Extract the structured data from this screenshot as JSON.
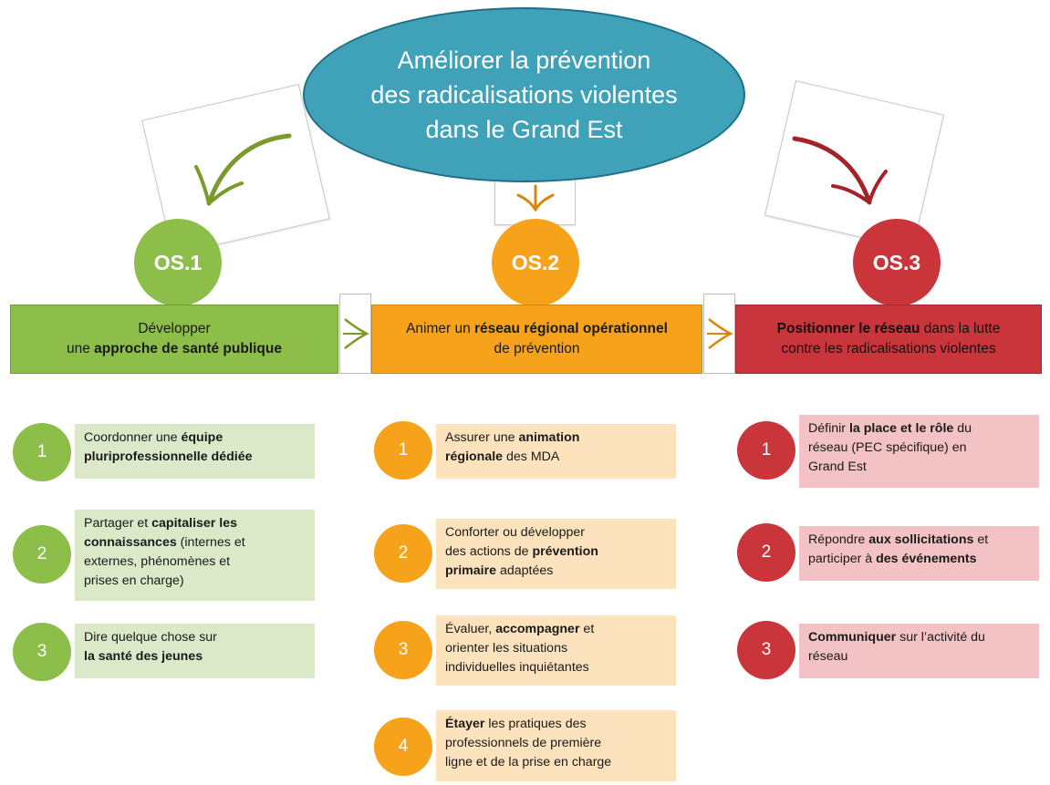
{
  "title_lines": "Améliorer la prévention\ndes radicalisations violentes\ndans le Grand Est",
  "colors": {
    "green": "#8ebe4a",
    "orange": "#f7a21b",
    "red": "#c9353b",
    "ellipse": "#3fa2b8"
  },
  "objectives": [
    {
      "code": "OS.1",
      "banner": [
        [
          {
            "t": "Développer",
            "b": false
          }
        ],
        [
          {
            "t": "une ",
            "b": false
          },
          {
            "t": "approche de santé publique",
            "b": true
          }
        ]
      ],
      "items": [
        {
          "num": "1",
          "lines": [
            [
              {
                "t": "Coordonner une ",
                "b": false
              },
              {
                "t": "équipe",
                "b": true
              }
            ],
            [
              {
                "t": "pluriprofessionnelle dédiée",
                "b": true
              }
            ]
          ]
        },
        {
          "num": "2",
          "lines": [
            [
              {
                "t": "Partager et ",
                "b": false
              },
              {
                "t": "capitaliser les",
                "b": true
              }
            ],
            [
              {
                "t": "connaissances",
                "b": true
              },
              {
                "t": " (internes et",
                "b": false
              }
            ],
            [
              {
                "t": "externes, phénomènes et",
                "b": false
              }
            ],
            [
              {
                "t": "prises en charge)",
                "b": false
              }
            ]
          ]
        },
        {
          "num": "3",
          "lines": [
            [
              {
                "t": "Dire quelque chose sur",
                "b": false
              }
            ],
            [
              {
                "t": "la santé des jeunes",
                "b": true
              }
            ]
          ]
        }
      ]
    },
    {
      "code": "OS.2",
      "banner": [
        [
          {
            "t": "Animer un ",
            "b": false
          },
          {
            "t": "réseau régional opérationnel",
            "b": true
          }
        ],
        [
          {
            "t": "de prévention",
            "b": false
          }
        ]
      ],
      "items": [
        {
          "num": "1",
          "lines": [
            [
              {
                "t": "Assurer une ",
                "b": false
              },
              {
                "t": "animation",
                "b": true
              }
            ],
            [
              {
                "t": "régionale",
                "b": true
              },
              {
                "t": " des MDA",
                "b": false
              }
            ]
          ]
        },
        {
          "num": "2",
          "lines": [
            [
              {
                "t": "Conforter ou développer",
                "b": false
              }
            ],
            [
              {
                "t": "des actions de ",
                "b": false
              },
              {
                "t": "prévention",
                "b": true
              }
            ],
            [
              {
                "t": "primaire",
                "b": true
              },
              {
                "t": " adaptées",
                "b": false
              }
            ]
          ]
        },
        {
          "num": "3",
          "lines": [
            [
              {
                "t": "Évaluer, ",
                "b": false
              },
              {
                "t": "accompagner",
                "b": true
              },
              {
                "t": " et",
                "b": false
              }
            ],
            [
              {
                "t": "orienter les situations",
                "b": false
              }
            ],
            [
              {
                "t": "individuelles inquiétantes",
                "b": false
              }
            ]
          ]
        },
        {
          "num": "4",
          "lines": [
            [
              {
                "t": "Étayer",
                "b": true
              },
              {
                "t": " les pratiques des",
                "b": false
              }
            ],
            [
              {
                "t": "professionnels de première",
                "b": false
              }
            ],
            [
              {
                "t": "ligne et de la prise en charge",
                "b": false
              }
            ]
          ]
        }
      ]
    },
    {
      "code": "OS.3",
      "banner": [
        [
          {
            "t": "Positionner le réseau",
            "b": true
          },
          {
            "t": " dans la lutte",
            "b": false
          }
        ],
        [
          {
            "t": "contre les radicalisations violentes",
            "b": false
          }
        ]
      ],
      "items": [
        {
          "num": "1",
          "lines": [
            [
              {
                "t": "Définir ",
                "b": false
              },
              {
                "t": "la place et le rôle",
                "b": true
              },
              {
                "t": " du",
                "b": false
              }
            ],
            [
              {
                "t": "réseau (PEC spécifique) en",
                "b": false
              }
            ],
            [
              {
                "t": "Grand Est",
                "b": false
              }
            ]
          ]
        },
        {
          "num": "2",
          "lines": [
            [
              {
                "t": "Répondre ",
                "b": false
              },
              {
                "t": "aux sollicitations",
                "b": true
              },
              {
                "t": " et",
                "b": false
              }
            ],
            [
              {
                "t": "participer à ",
                "b": false
              },
              {
                "t": "des événements",
                "b": true
              }
            ]
          ]
        },
        {
          "num": "3",
          "lines": [
            [
              {
                "t": "Communiquer",
                "b": true
              },
              {
                "t": " sur l’activité du",
                "b": false
              }
            ],
            [
              {
                "t": "réseau",
                "b": false
              }
            ]
          ]
        }
      ]
    }
  ]
}
